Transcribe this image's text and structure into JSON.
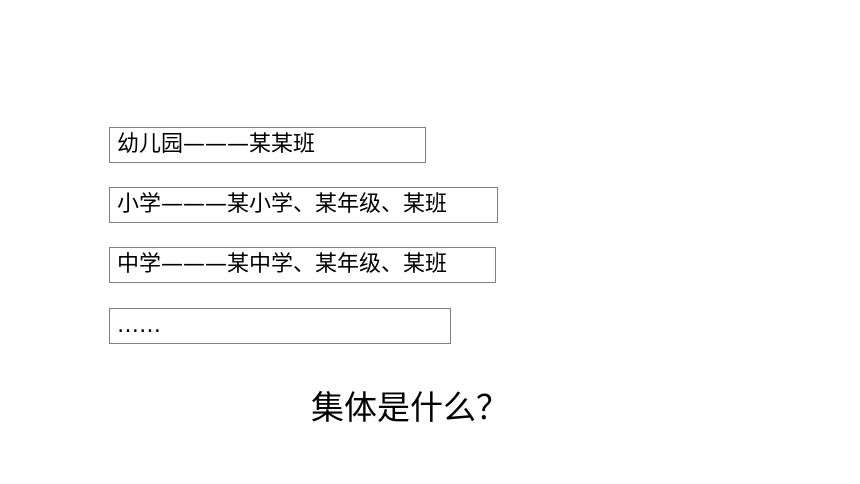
{
  "boxes": [
    {
      "text": "幼儿园———某某班"
    },
    {
      "text": "小学———某小学、某年级、某班"
    },
    {
      "text": "中学———某中学、某年级、某班"
    },
    {
      "text": "……"
    }
  ],
  "question": "集体是什么？"
}
